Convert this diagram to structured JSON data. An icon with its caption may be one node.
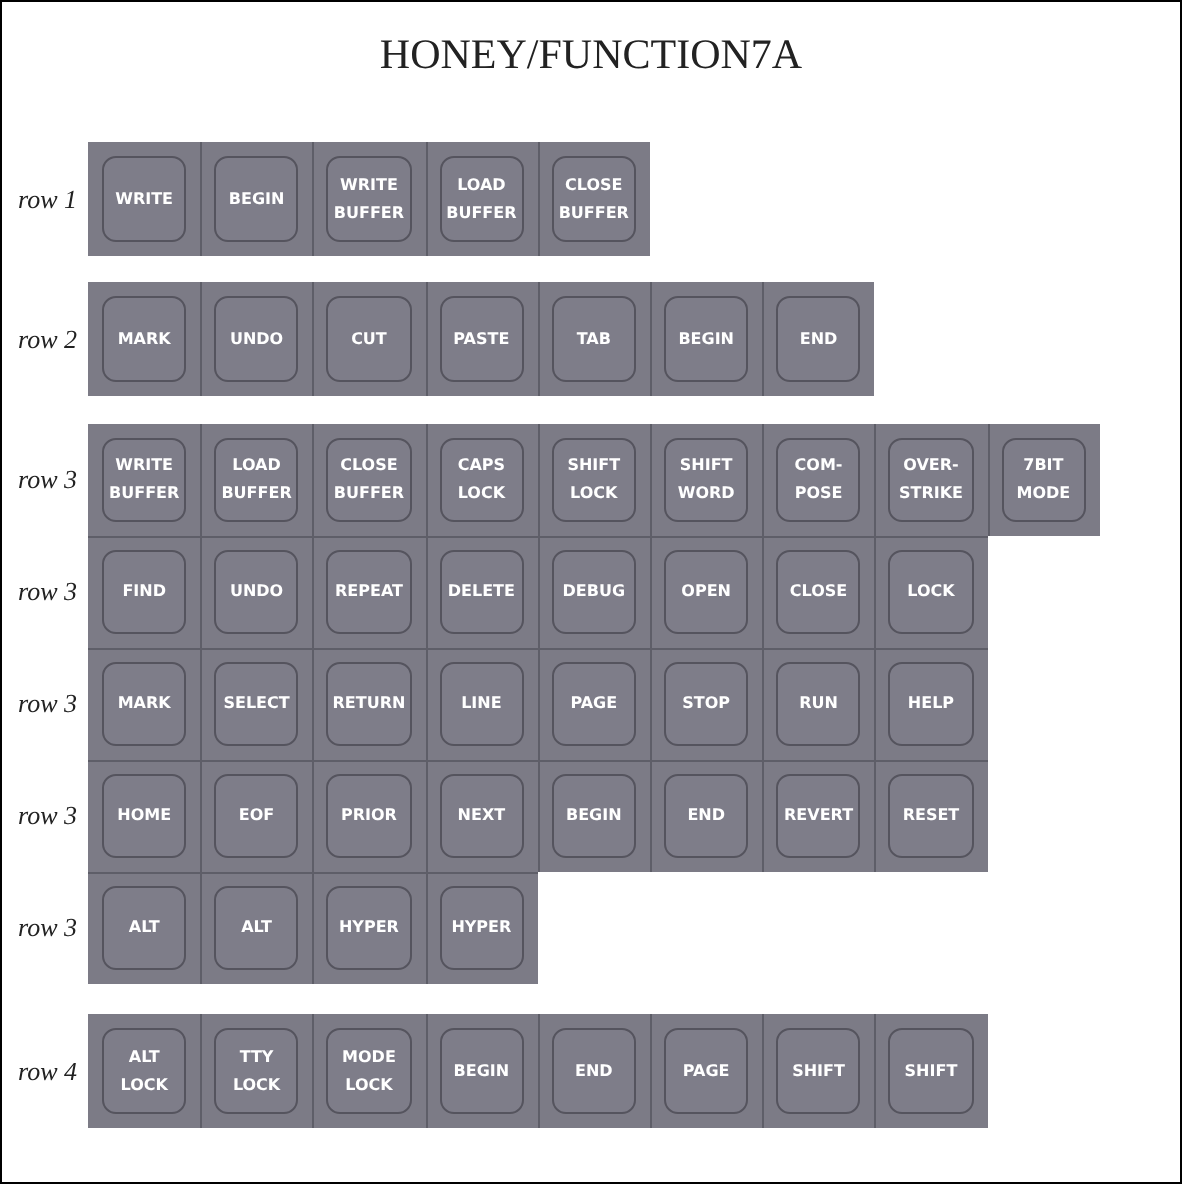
{
  "diagram": {
    "title": "HONEY/FUNCTION7A",
    "nodes": [
      {
        "text": [
          "WRITE"
        ]
      },
      {
        "text": [
          "BEGIN"
        ]
      },
      {
        "text": [
          "WRITE BUFFER"
        ]
      },
      {
        "text": [
          "LOAD BUFFER"
        ]
      },
      {
        "text": [
          "CLOSE BUFFER"
        ]
      },
      {
        "text": [
          "MARK"
        ]
      },
      {
        "text": [
          "UNDO"
        ]
      },
      {
        "text": [
          "CUT"
        ]
      },
      {
        "text": [
          "PASTE"
        ]
      },
      {
        "text": [
          "TAB"
        ]
      },
      {
        "text": [
          "BEGIN"
        ]
      },
      {
        "text": [
          "END"
        ]
      },
      {
        "text": [
          "WRITE BUFFER"
        ]
      },
      {
        "text": [
          "LOAD BUFFER"
        ]
      },
      {
        "text": [
          "CLOSE BUFFER"
        ]
      },
      {
        "text": [
          "CAPS LOCK"
        ]
      },
      {
        "text": [
          "SHIFT LOCK"
        ]
      },
      {
        "text": [
          "SHIFT WORD"
        ]
      },
      {
        "text": [
          "COM- POSE"
        ]
      },
      {
        "text": [
          "OVER- STRIKE"
        ]
      },
      {
        "text": [
          "7BIT MODE"
        ]
      },
      {
        "text": [
          "FIND"
        ]
      },
      {
        "text": [
          "UNDO"
        ]
      },
      {
        "text": [
          "REPEAT"
        ]
      },
      {
        "text": [
          "DELETE"
        ]
      },
      {
        "text": [
          "DEBUG"
        ]
      },
      {
        "text": [
          "OPEN"
        ]
      },
      {
        "text": [
          "CLOSE"
        ]
      },
      {
        "text": [
          "LOCK"
        ]
      },
      {
        "text": [
          "MARK"
        ]
      },
      {
        "text": [
          "SELECT"
        ]
      },
      {
        "text": [
          "RETURN"
        ]
      },
      {
        "text": [
          "LINE"
        ]
      },
      {
        "text": [
          "PAGE"
        ]
      },
      {
        "text": [
          "STOP"
        ]
      },
      {
        "text": [
          "RUN"
        ]
      },
      {
        "text": [
          "HELP"
        ]
      },
      {
        "text": [
          "HOME"
        ]
      },
      {
        "text": [
          "EOF"
        ]
      },
      {
        "text": [
          "PRIOR"
        ]
      },
      {
        "text": [
          "NEXT"
        ]
      },
      {
        "text": [
          "BEGIN"
        ]
      },
      {
        "text": [
          "END"
        ]
      },
      {
        "text": [
          "REVERT"
        ]
      },
      {
        "text": [
          "RESET"
        ]
      },
      {
        "text": [
          "ALT"
        ]
      },
      {
        "text": [
          "ALT"
        ]
      },
      {
        "text": [
          "HYPER"
        ]
      },
      {
        "text": [
          "HYPER"
        ]
      },
      {
        "text": [
          "ALT LOCK"
        ]
      },
      {
        "text": [
          "TTY LOCK"
        ]
      },
      {
        "text": [
          "MODE LOCK"
        ]
      },
      {
        "text": [
          "BEGIN"
        ]
      },
      {
        "text": [
          "END"
        ]
      },
      {
        "text": [
          "PAGE"
        ]
      },
      {
        "text": [
          "SHIFT"
        ]
      },
      {
        "text": [
          "SHIFT"
        ]
      }
    ],
    "labels": [
      "row 1",
      "row 2",
      "row 3",
      "row 3",
      "row 3",
      "row 3",
      "row 3",
      "row 4"
    ]
  }
}
